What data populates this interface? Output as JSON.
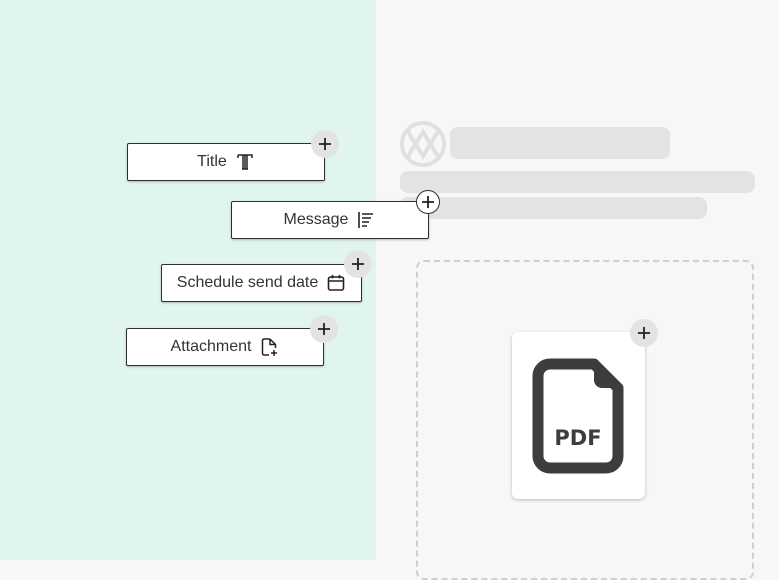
{
  "chips": {
    "title": "Title",
    "message": "Message",
    "schedule": "Schedule send date",
    "attachment": "Attachment"
  },
  "pdf_card": {
    "label": "PDF"
  },
  "colors": {
    "left_panel_bg": "#e0f5ec",
    "right_panel_bg": "#f7f7f7",
    "skeleton": "#e3e3e3",
    "chip_border": "#2f2f2f",
    "text": "#333333"
  },
  "icons": {
    "title": "text-type-icon",
    "message": "align-left-icon",
    "schedule": "calendar-icon",
    "attachment": "file-plus-icon",
    "add": "plus-icon",
    "logo": "brand-logo-icon",
    "pdf": "pdf-file-icon"
  }
}
